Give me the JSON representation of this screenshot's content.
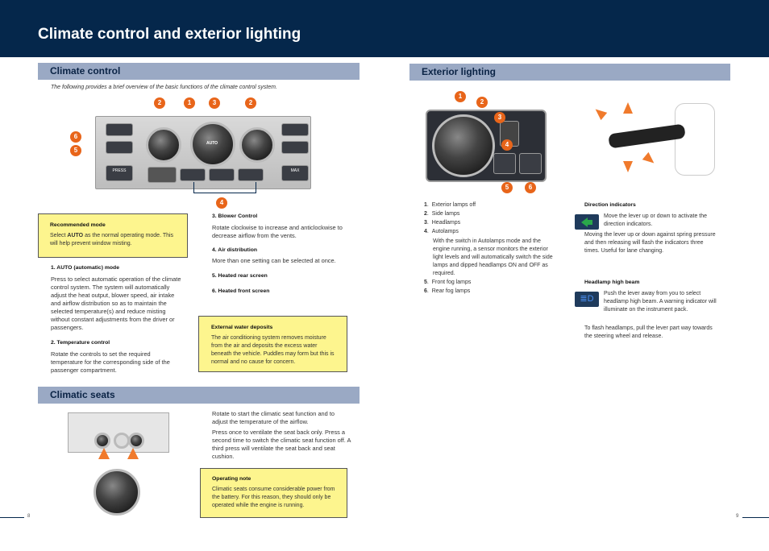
{
  "page_title": "Climate control and exterior lighting",
  "climate": {
    "heading": "Climate control",
    "intro": "The following provides a brief overview of the basic functions of the climate control system.",
    "callouts": [
      "1",
      "2",
      "3",
      "2",
      "6",
      "5",
      "4"
    ],
    "recommended": {
      "title": "Recommended mode",
      "text_pre": "Select ",
      "text_bold": "AUTO",
      "text_post": " as the normal operating mode. This will help prevent window misting."
    },
    "item1": {
      "title": "1.  AUTO (automatic) mode",
      "text": "Press to select automatic operation of the climate control system. The system will automatically adjust the heat output, blower speed, air intake and airflow distribution so as to maintain the selected temperature(s) and reduce misting without constant adjustments from the driver or passengers."
    },
    "item2": {
      "title": "2.  Temperature control",
      "text": "Rotate the controls to set the required temperature for the corresponding side of the passenger compartment."
    },
    "item3": {
      "title": "3.  Blower Control",
      "text": "Rotate clockwise to increase and anticlockwise to decrease airflow from the vents."
    },
    "item4": {
      "title": "4.  Air distribution",
      "text": "More than one setting can be selected at once."
    },
    "item5": {
      "title": "5.  Heated rear screen"
    },
    "item6": {
      "title": "6.  Heated front screen"
    },
    "external": {
      "title": "External water deposits",
      "text": "The air conditioning system removes moisture from the air and deposits the excess water beneath the vehicle. Puddles may form but this is normal and no cause for concern."
    },
    "panel_labels": {
      "auto": "AUTO",
      "recirc": "PRESS",
      "max": "MAX"
    }
  },
  "seats": {
    "heading": "Climatic seats",
    "p1": "Rotate to start the climatic seat function and to adjust the temperature of the airflow.",
    "p2": "Press once to ventilate the seat back only. Press a second time to switch the climatic seat function off. A third press will ventilate the seat back and seat cushion.",
    "note": {
      "title": "Operating note",
      "text": "Climatic seats consume considerable power from the battery. For this reason, they should only be operated while the engine is running."
    }
  },
  "lighting": {
    "heading": "Exterior lighting",
    "callouts": [
      "1",
      "2",
      "3",
      "4",
      "5",
      "6"
    ],
    "list": [
      {
        "n": "1",
        "t": "Exterior lamps off"
      },
      {
        "n": "2",
        "t": "Side lamps"
      },
      {
        "n": "3",
        "t": "Headlamps"
      },
      {
        "n": "4",
        "t": "Autolamps"
      }
    ],
    "autolamps_text": "With the switch in Autolamps mode and the engine running, a sensor monitors the exterior light levels and will automatically switch the side lamps and dipped headlamps ON and OFF as required.",
    "list2": [
      {
        "n": "5",
        "t": "Front fog lamps"
      },
      {
        "n": "6",
        "t": "Rear fog lamps"
      }
    ],
    "direction": {
      "title": "Direction indicators",
      "t1": "Move the lever up or down to activate the direction indicators.",
      "t2": "Moving the lever up or down against spring pressure and then releasing will flash the indicators three times. Useful for lane changing."
    },
    "highbeam": {
      "title": "Headlamp high beam",
      "t1": "Push the lever away from you to select headlamp high beam. A warning indicator will illuminate on the instrument pack.",
      "t2": "To flash headlamps, pull the lever part way towards the steering wheel and release."
    }
  },
  "page_numbers": {
    "left": "8",
    "right": "9"
  },
  "colors": {
    "header": "#05274b",
    "section_bar": "#9aa9c4",
    "callout": "#e8651a",
    "note_bg": "#fdf58e",
    "indicator_green": "#2aa84a",
    "indicator_blue": "#2a6fd1"
  }
}
